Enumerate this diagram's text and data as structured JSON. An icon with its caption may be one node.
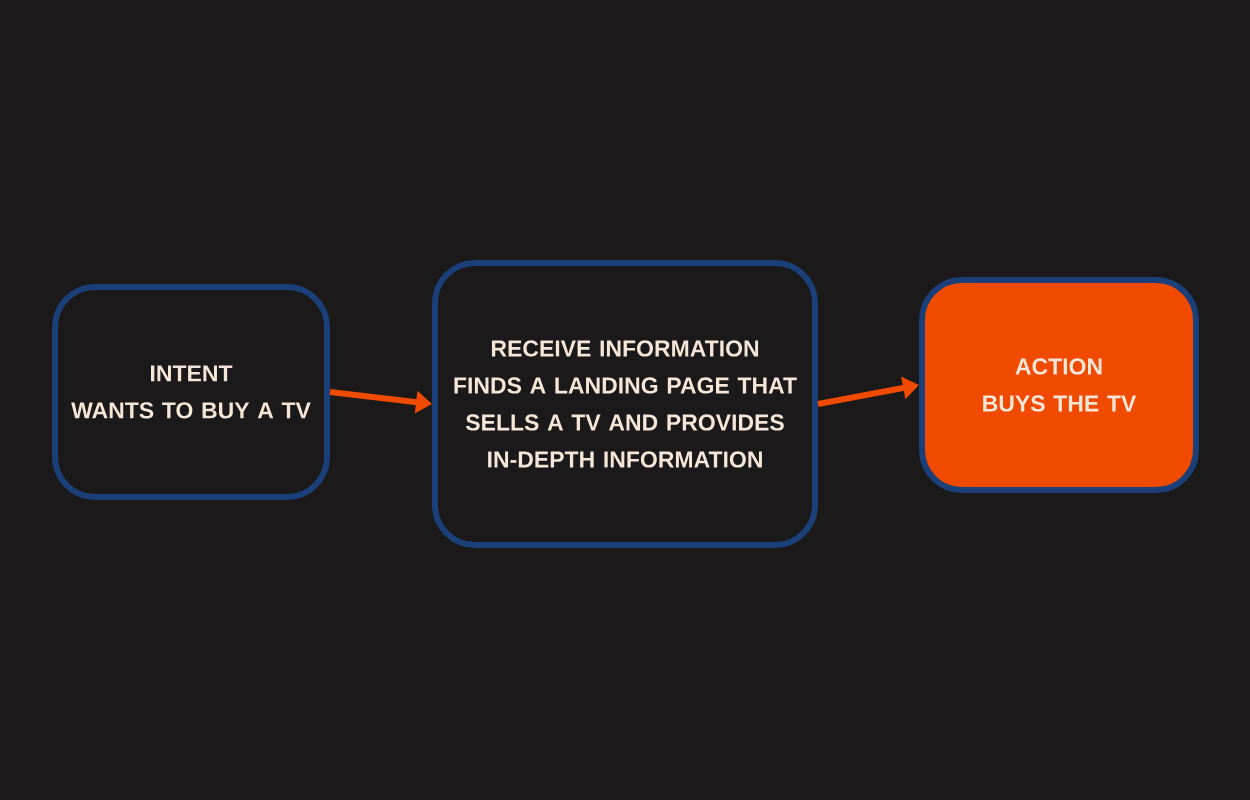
{
  "diagram": {
    "nodes": [
      {
        "text": [
          "INTENT",
          "WANTS TO BUY A TV"
        ]
      },
      {
        "text": [
          "RECEIVE INFORMATION",
          "FINDS A LANDING PAGE THAT SELLS A TV AND PROVIDES IN-DEPTH INFORMATION"
        ]
      },
      {
        "text": [
          "ACTION",
          "BUYS THE TV"
        ]
      }
    ],
    "edges": [
      {
        "from": 0,
        "to": 1,
        "arrow": "to"
      },
      {
        "from": 1,
        "to": 2,
        "arrow": "to"
      }
    ]
  }
}
